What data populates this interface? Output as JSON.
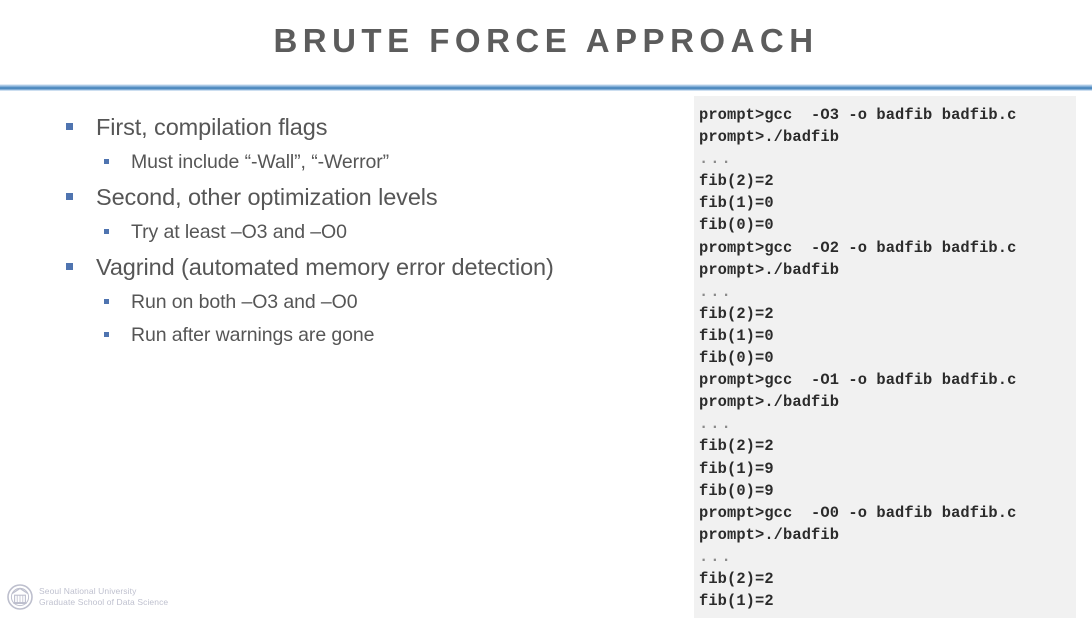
{
  "slide": {
    "title": "BRUTE FORCE APPROACH",
    "accent_color": "#3b7cb5",
    "bullet_color": "#4f74b0",
    "title_color": "#5c5c5c",
    "body_color": "#565656",
    "code_panel_bg": "#f1f1f1"
  },
  "bullets": [
    {
      "level": 1,
      "text": "First, compilation flags"
    },
    {
      "level": 2,
      "text": "Must include “-Wall”, “-Werror”"
    },
    {
      "level": 1,
      "text": "Second, other optimization levels"
    },
    {
      "level": 2,
      "text": "Try at least –O3 and –O0"
    },
    {
      "level": 1,
      "text": "Vagrind (automated memory error detection)"
    },
    {
      "level": 2,
      "text": "Run on both –O3 and –O0"
    },
    {
      "level": 2,
      "text": "Run after warnings are gone"
    }
  ],
  "code_panel": {
    "lines": [
      {
        "text": "prompt>gcc  -O3 -o badfib badfib.c",
        "kind": "cmd"
      },
      {
        "text": "prompt>./badfib",
        "kind": "cmd"
      },
      {
        "text": "...",
        "kind": "ellipsis"
      },
      {
        "text": "fib(2)=2",
        "kind": "out"
      },
      {
        "text": "fib(1)=0",
        "kind": "out"
      },
      {
        "text": "fib(0)=0",
        "kind": "out"
      },
      {
        "text": "prompt>gcc  -O2 -o badfib badfib.c",
        "kind": "cmd"
      },
      {
        "text": "prompt>./badfib",
        "kind": "cmd"
      },
      {
        "text": "...",
        "kind": "ellipsis"
      },
      {
        "text": "fib(2)=2",
        "kind": "out"
      },
      {
        "text": "fib(1)=0",
        "kind": "out"
      },
      {
        "text": "fib(0)=0",
        "kind": "out"
      },
      {
        "text": "prompt>gcc  -O1 -o badfib badfib.c",
        "kind": "cmd"
      },
      {
        "text": "prompt>./badfib",
        "kind": "cmd"
      },
      {
        "text": "...",
        "kind": "ellipsis"
      },
      {
        "text": "fib(2)=2",
        "kind": "out"
      },
      {
        "text": "fib(1)=9",
        "kind": "out"
      },
      {
        "text": "fib(0)=9",
        "kind": "out"
      },
      {
        "text": "prompt>gcc  -O0 -o badfib badfib.c",
        "kind": "cmd"
      },
      {
        "text": "prompt>./badfib",
        "kind": "cmd"
      },
      {
        "text": "...",
        "kind": "ellipsis"
      },
      {
        "text": "fib(2)=2",
        "kind": "out"
      },
      {
        "text": "fib(1)=2",
        "kind": "out"
      }
    ]
  },
  "footer": {
    "org_line1": "Seoul National University",
    "org_line2": "Graduate School of Data Science"
  }
}
